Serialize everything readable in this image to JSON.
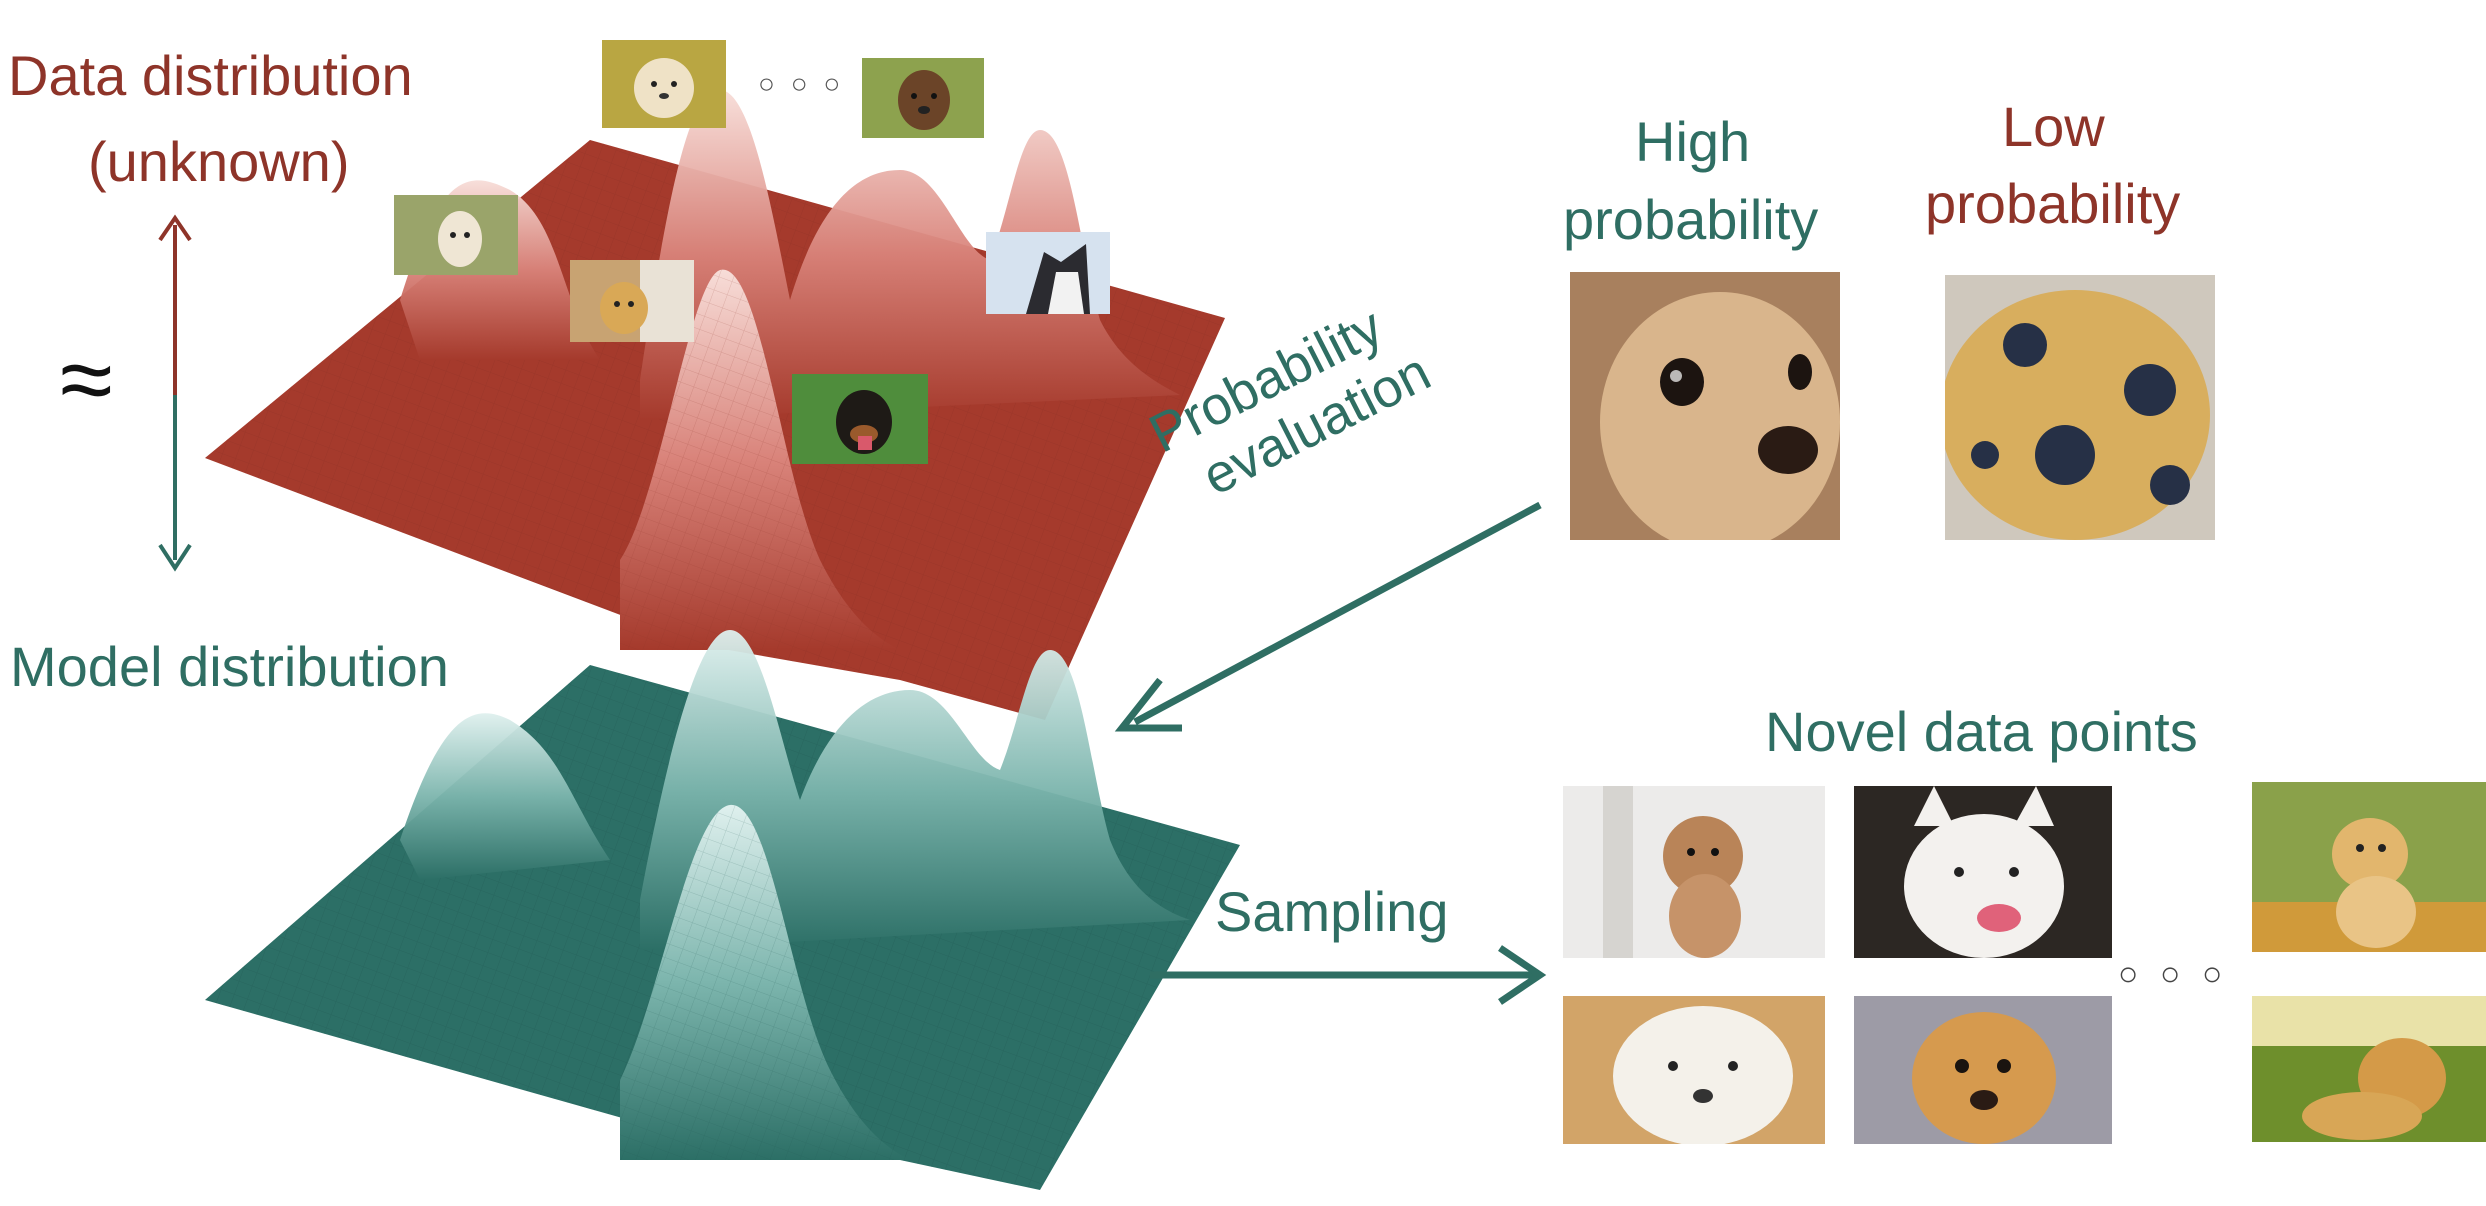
{
  "labels": {
    "data_distribution": "Data distribution",
    "unknown": "(unknown)",
    "approx": "≈",
    "model_distribution": "Model distribution",
    "high_probability_1": "High",
    "high_probability_2": "probability",
    "low_probability_1": "Low",
    "low_probability_2": "probability",
    "probability_evaluation_1": "Probability",
    "probability_evaluation_2": "evaluation",
    "sampling": "Sampling",
    "novel_data_points": "Novel data points",
    "ellipsis": "○ ○ ○"
  },
  "colors": {
    "data_red": "#8e3429",
    "surface_red": "#a53a2c",
    "model_teal": "#2f6e63",
    "surface_teal": "#2c6f66"
  },
  "photos": {
    "thumbnails": [
      "pomeranian-puppy",
      "brown-puppy",
      "golden-puppy",
      "labrador-puppy",
      "husky",
      "rottweiler"
    ],
    "high_probability_image": "chihuahua-face",
    "low_probability_image": "blueberry-muffin",
    "novel_samples": [
      "poodle-puppy",
      "white-dog",
      "golden-puppy-field",
      "white-puppy",
      "golden-puppy-face",
      "golden-retriever-field"
    ]
  }
}
